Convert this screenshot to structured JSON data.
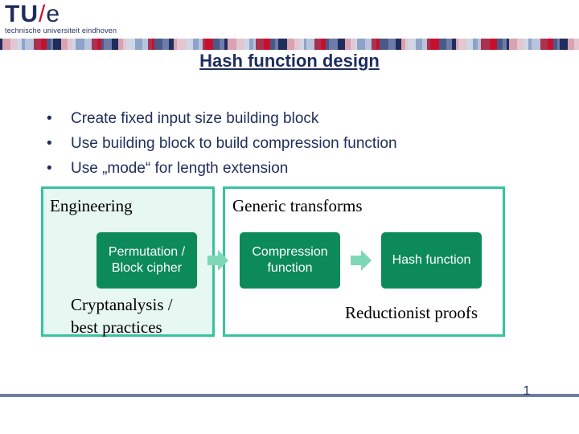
{
  "logo": {
    "part1": "TU",
    "slash": "/",
    "part2": "e",
    "subtitle": "technische universiteit eindhoven"
  },
  "title": "Hash function design",
  "bullets": [
    {
      "marker": "•",
      "text": "Create fixed input size building block"
    },
    {
      "marker": "•",
      "text": "Use building block to build compression function"
    },
    {
      "marker": "•",
      "text": "Use „mode“ for length extension"
    }
  ],
  "diagram": {
    "engineering_label": "Engineering",
    "generic_label": "Generic transforms",
    "permutation_node": "Permutation / Block cipher",
    "compression_node": "Compression function",
    "hash_node": "Hash function",
    "cryptanalysis_label": "Cryptanalysis / best practices",
    "reductionist_label": "Reductionist proofs"
  },
  "page_number": "1",
  "colors": {
    "navy": "#1f2d5c",
    "tue_red": "#c8102e",
    "box_border": "#35c49e",
    "left_box_fill": "#e7f7f1",
    "node_fill": "#0d8a5a",
    "arrow_fill": "#7ed8b5"
  }
}
